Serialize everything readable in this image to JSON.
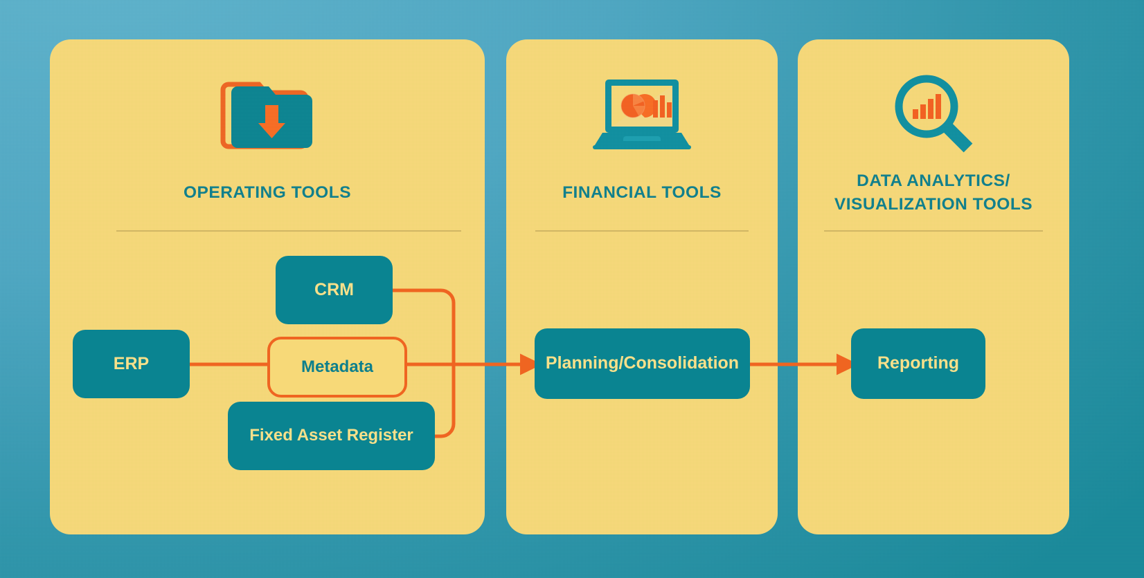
{
  "colors": {
    "panel_bg": "#f7d978",
    "node_teal": "#0a8491",
    "accent_orange": "#ef6521",
    "title_teal": "#0d7f8c",
    "node_text": "#f7e08a",
    "bg_blue": "#4da9c6",
    "bg_teal": "#17899a"
  },
  "panels": [
    {
      "id": "operating-tools",
      "title": "OPERATING TOOLS",
      "icon": "folder-download-icon"
    },
    {
      "id": "financial-tools",
      "title": "FINANCIAL TOOLS",
      "icon": "laptop-charts-icon"
    },
    {
      "id": "data-analytics-visualization-tools",
      "title": "DATA ANALYTICS/\nVISUALIZATION TOOLS",
      "title_line1": "DATA ANALYTICS/",
      "title_line2": "VISUALIZATION TOOLS",
      "icon": "magnifier-bar-chart-icon"
    }
  ],
  "nodes": [
    {
      "id": "erp",
      "label": "ERP",
      "style": "filled",
      "panel": "operating-tools"
    },
    {
      "id": "crm",
      "label": "CRM",
      "style": "filled",
      "panel": "operating-tools"
    },
    {
      "id": "metadata",
      "label": "Metadata",
      "style": "outline",
      "panel": "operating-tools"
    },
    {
      "id": "fixed-asset-register",
      "label": "Fixed Asset Register",
      "style": "filled",
      "panel": "operating-tools"
    },
    {
      "id": "planning-consolidation",
      "label": "Planning/Consolidation",
      "style": "filled",
      "panel": "financial-tools"
    },
    {
      "id": "reporting",
      "label": "Reporting",
      "style": "filled",
      "panel": "data-analytics-visualization-tools"
    }
  ],
  "connections": [
    {
      "from": "erp",
      "to": "metadata",
      "type": "line"
    },
    {
      "from": "crm",
      "to": "trunk",
      "type": "elbow"
    },
    {
      "from": "fixed-asset-register",
      "to": "trunk",
      "type": "elbow"
    },
    {
      "from": "metadata",
      "to": "planning-consolidation",
      "type": "arrow"
    },
    {
      "from": "planning-consolidation",
      "to": "reporting",
      "type": "arrow"
    }
  ]
}
